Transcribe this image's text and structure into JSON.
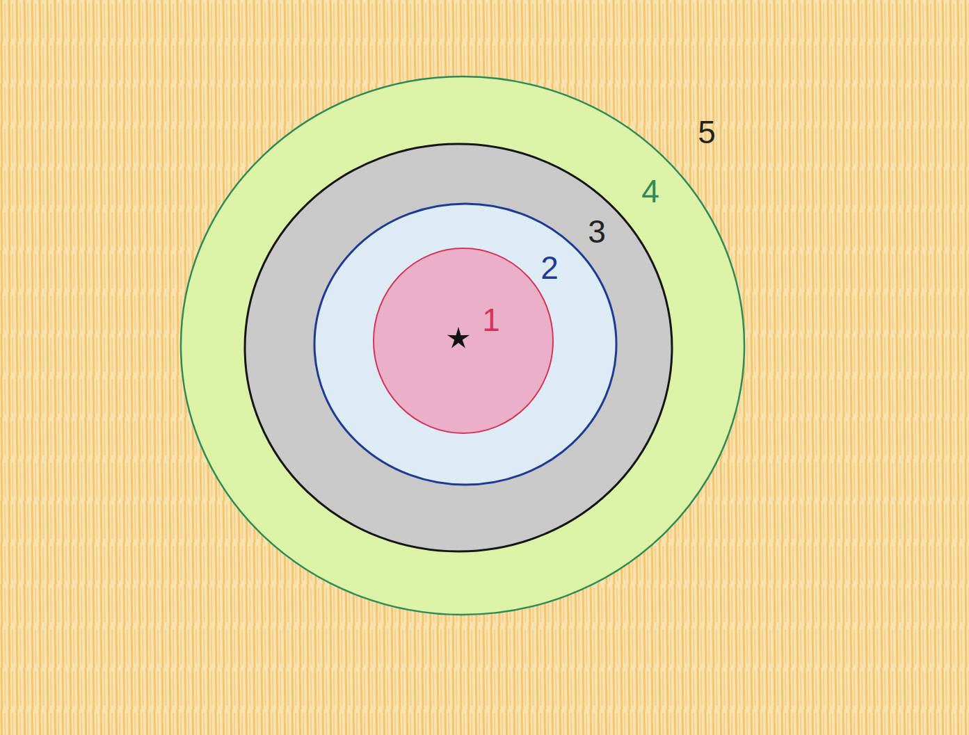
{
  "diagram": {
    "nodes": [
      {
        "text": [
          "4"
        ]
      },
      {
        "text": [
          "3"
        ],
        "in": 0
      },
      {
        "text": [
          "2"
        ],
        "in": 1
      },
      {
        "text": [
          "1"
        ],
        "in": 2
      }
    ],
    "labels": [
      "5"
    ]
  }
}
